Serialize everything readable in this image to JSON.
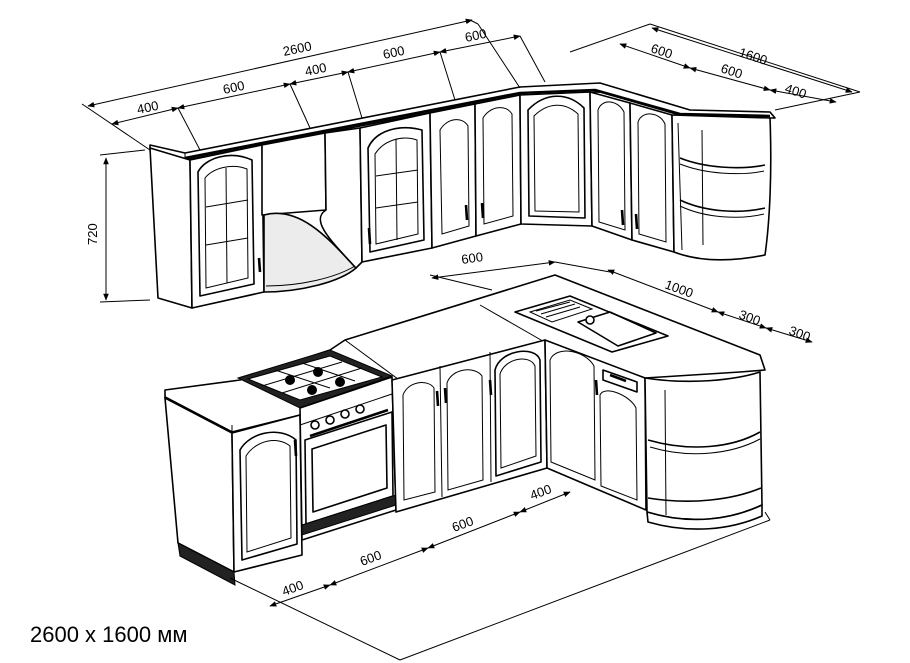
{
  "caption": "2600 x 1600 мм",
  "dimensions": {
    "upper_total": "2600",
    "upper_400_a": "400",
    "upper_600_a": "600",
    "upper_400_b": "400",
    "upper_600_b": "600",
    "upper_600_c": "600",
    "side_total": "1600",
    "side_600_a": "600",
    "side_600_b": "600",
    "side_400": "400",
    "height": "720",
    "counter_600": "600",
    "counter_1000": "1000",
    "counter_300_a": "300",
    "counter_300_b": "300",
    "floor_400_a": "400",
    "floor_600_a": "600",
    "floor_600_b": "600",
    "floor_400_b": "400"
  }
}
